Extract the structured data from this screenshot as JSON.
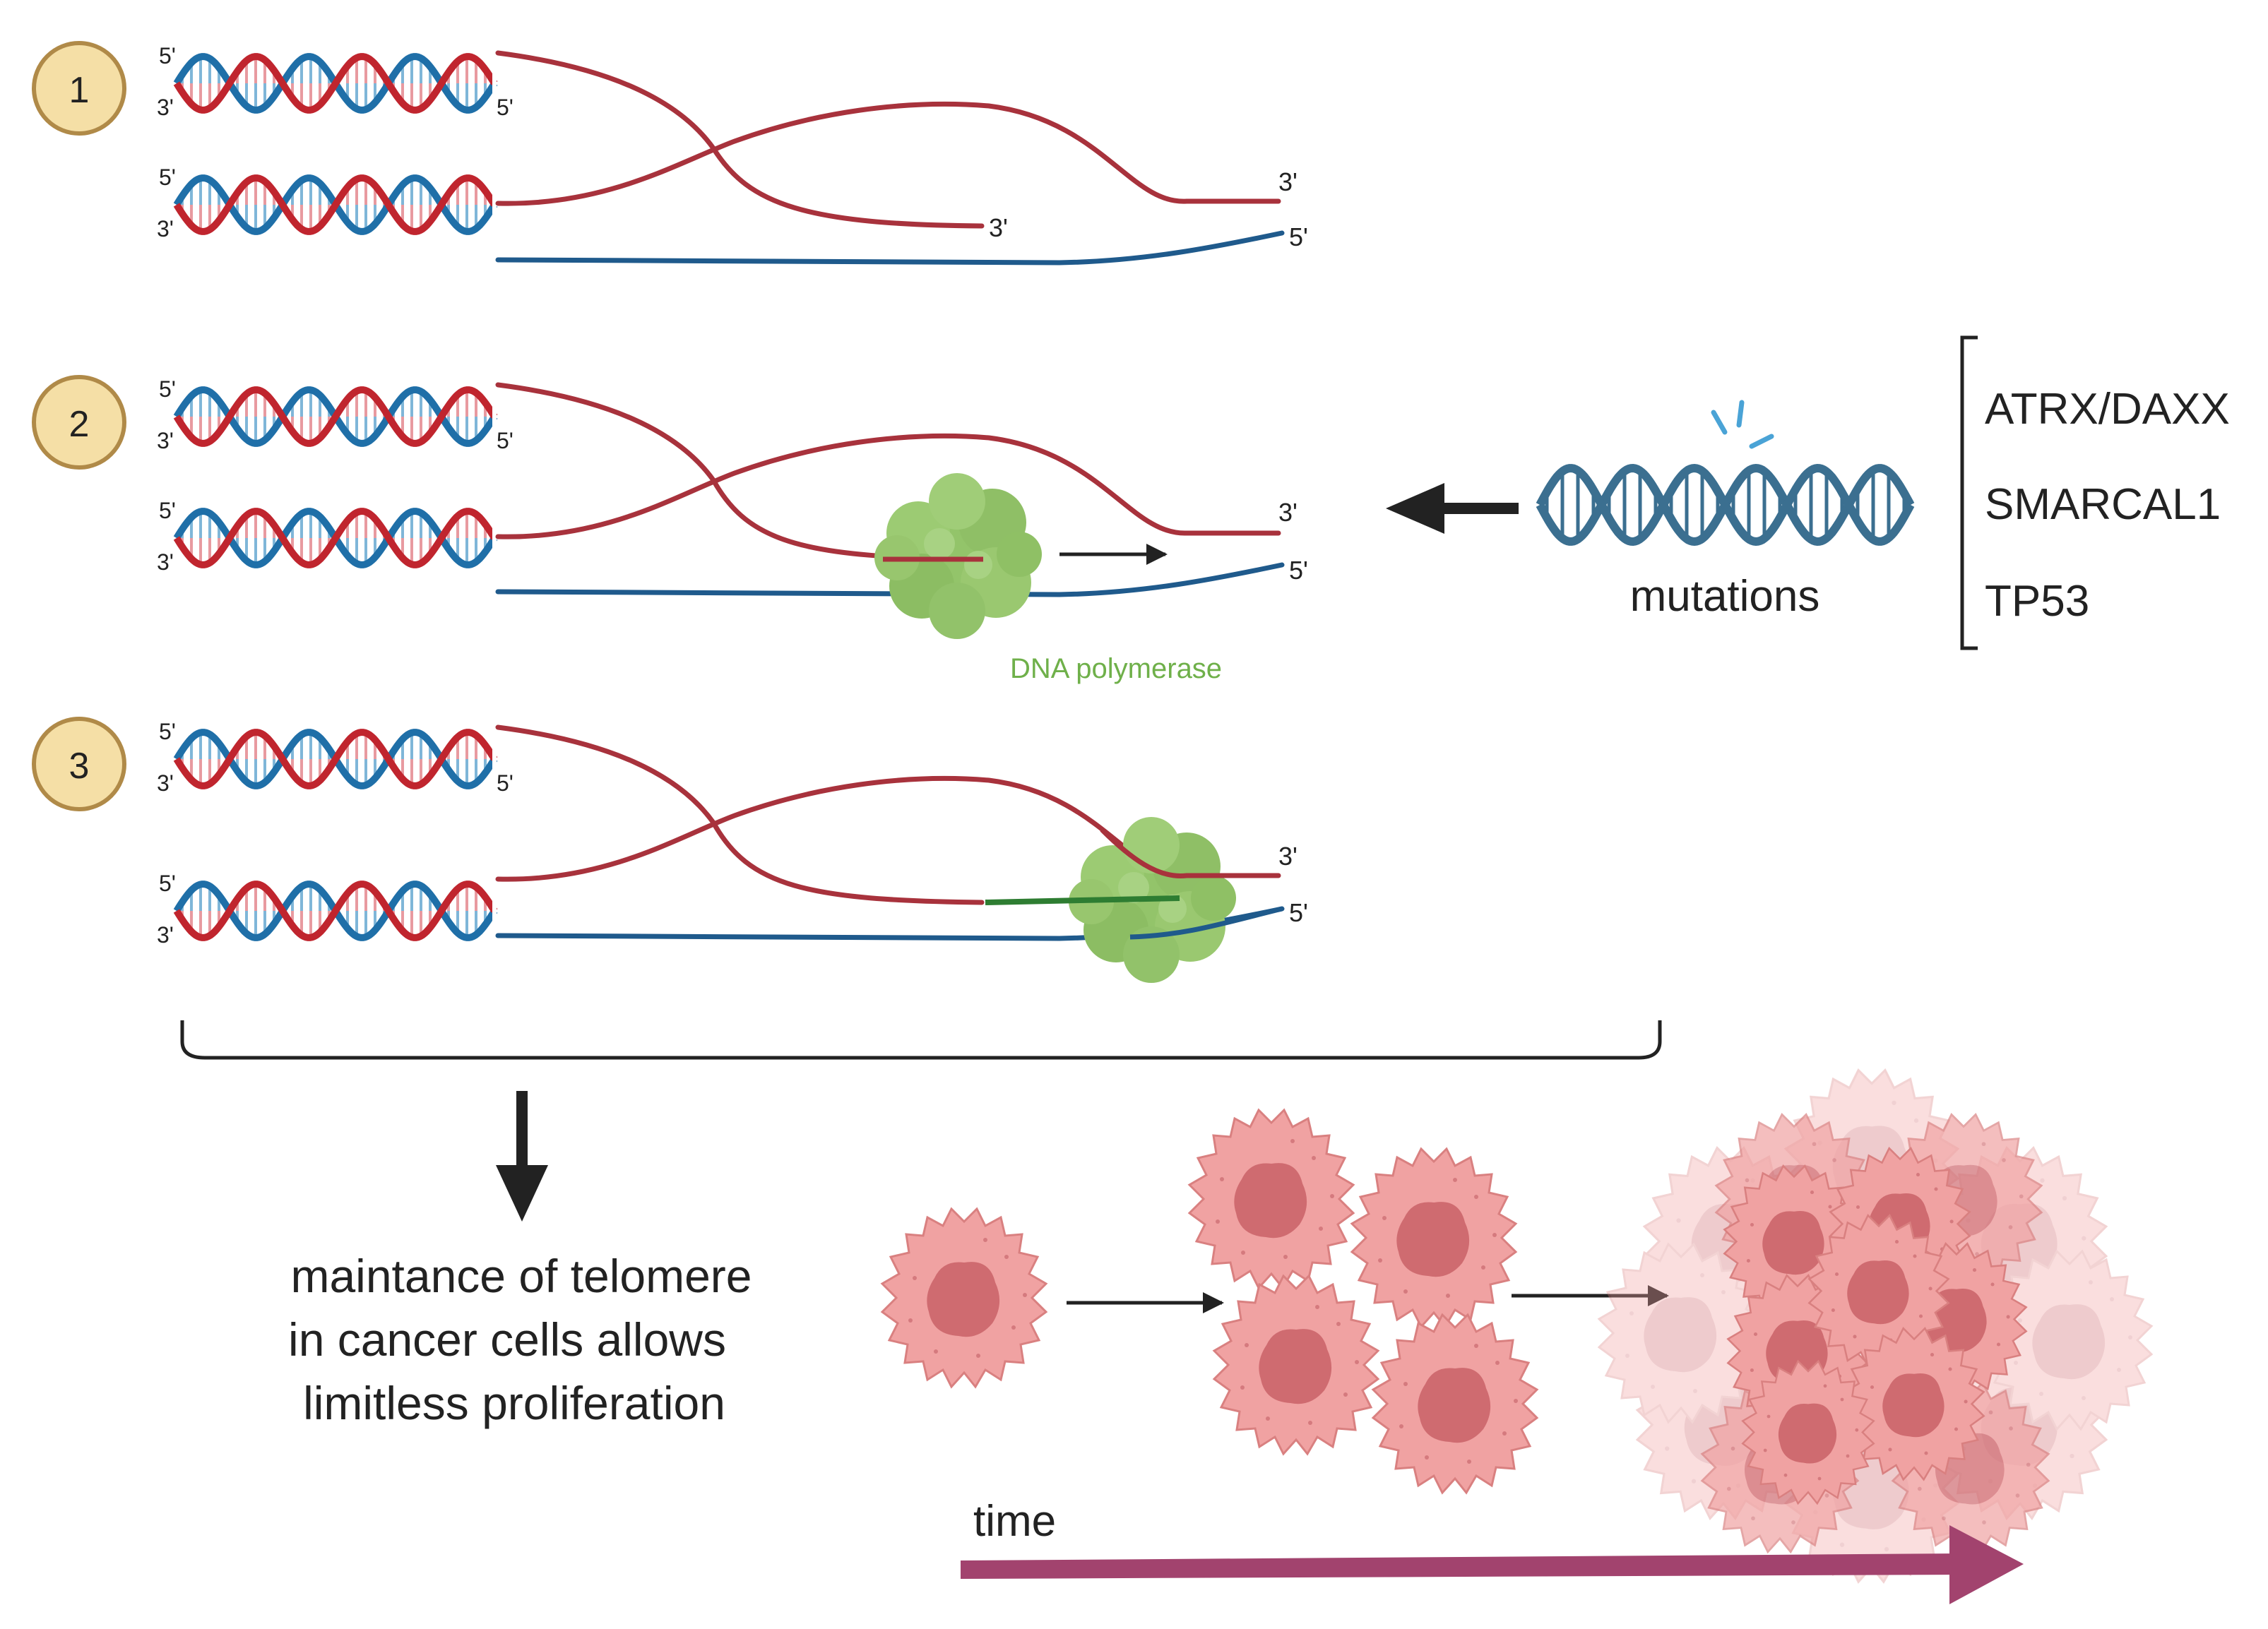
{
  "steps": [
    {
      "number": "1",
      "top_duplex": {
        "left_top": "5'",
        "left_bottom": "3'",
        "right": "5'"
      },
      "bottom_duplex": {
        "left_top": "5'",
        "left_bottom": "3'"
      },
      "strand_labels": {
        "invading_end": "3'",
        "far_top": "3'",
        "far_bottom": "5'"
      }
    },
    {
      "number": "2",
      "top_duplex": {
        "left_top": "5'",
        "left_bottom": "3'",
        "right": "5'"
      },
      "bottom_duplex": {
        "left_top": "5'",
        "left_bottom": "3'"
      },
      "strand_labels": {
        "far_top": "3'",
        "far_bottom": "5'"
      }
    },
    {
      "number": "3",
      "top_duplex": {
        "left_top": "5'",
        "left_bottom": "3'",
        "right": "5'"
      },
      "bottom_duplex": {
        "left_top": "5'",
        "left_bottom": "3'"
      },
      "strand_labels": {
        "far_top": "3'",
        "far_bottom": "5'"
      }
    }
  ],
  "polymerase_label": "DNA polymerase",
  "mutations": {
    "label": "mutations",
    "genes": [
      "ATRX/DAXX",
      "SMARCAL1",
      "TP53"
    ]
  },
  "outcome": {
    "lines": [
      "maintance of telomere",
      "in cancer cells allows",
      "limitless proliferation"
    ]
  },
  "time_label": "time",
  "colors": {
    "red_strand": "#a8323c",
    "blue_strand": "#1f5a8c",
    "helix_red": "#c0252e",
    "helix_blue": "#1f6fa8",
    "polymerase": "#93c46a",
    "polymerase_label": "#6fb04a",
    "new_strand": "#2e7d32",
    "step_badge": "#f5dfa6",
    "step_badge_border": "#b08a48",
    "cell": "#f0a0a0",
    "cell_nucleus": "#cf6b70",
    "time_arrow": "#a2436e",
    "mutation_dna": "#3b6f90",
    "mutation_spark": "#4aa3d6"
  }
}
